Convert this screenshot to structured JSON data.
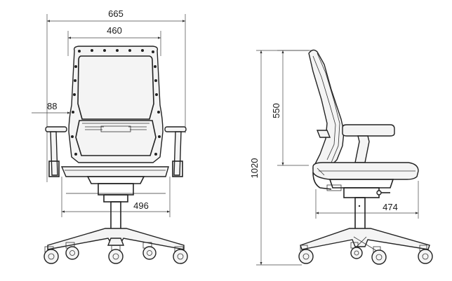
{
  "dimensions": {
    "front_overall_width": "665",
    "front_back_width": "460",
    "armrest_offset": "88",
    "seat_width": "496",
    "side_back_height": "550",
    "side_total_height": "1020",
    "side_seat_depth": "474"
  },
  "colors": {
    "line": "#222222",
    "background": "#ffffff"
  }
}
